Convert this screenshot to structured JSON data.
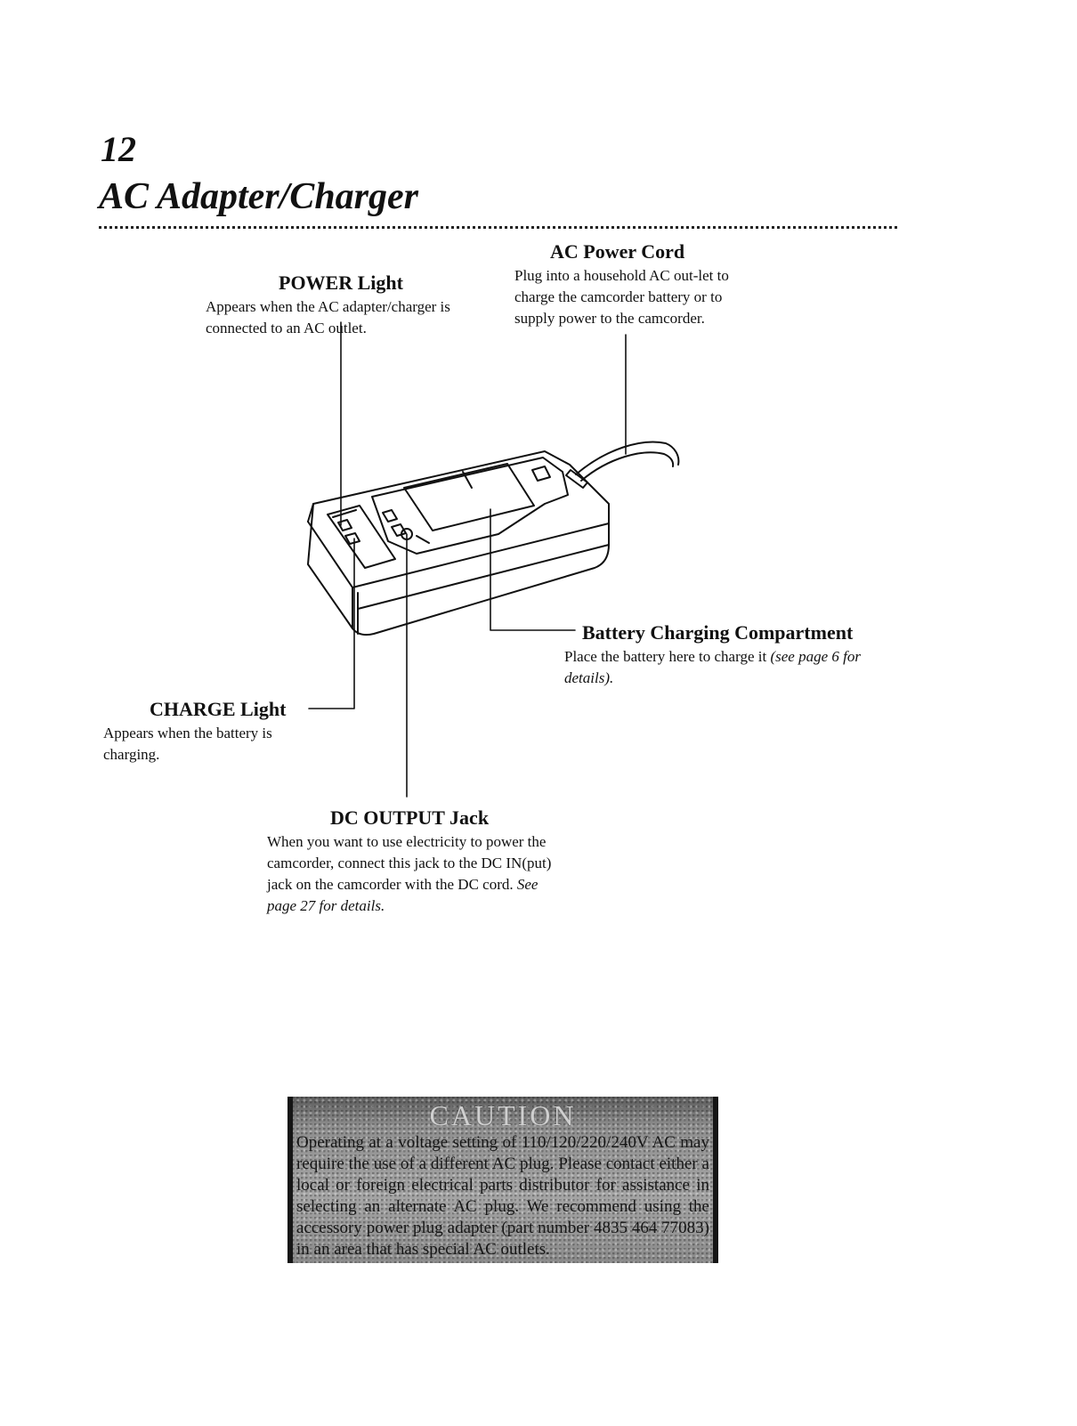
{
  "page": {
    "number": "12",
    "title": "AC Adapter/Charger"
  },
  "callouts": {
    "power_light": {
      "title": "POWER Light",
      "description": "Appears when the AC adapter/charger is connected to an AC outlet."
    },
    "ac_power_cord": {
      "title": "AC Power Cord",
      "description": "Plug into a household AC out-let to charge the camcorder battery or to supply power to the camcorder."
    },
    "battery_compartment": {
      "title": "Battery Charging Compartment",
      "description": "Place the battery here to charge it ",
      "reference": "(see page 6 for details)."
    },
    "charge_light": {
      "title": "CHARGE Light",
      "description": "Appears when the battery is charging."
    },
    "dc_output": {
      "title": "DC OUTPUT Jack",
      "description": "When you want to use electricity to power the camcorder, connect this jack to the DC IN(put) jack on the camcorder with the DC cord. ",
      "reference": "See page 27 for details."
    }
  },
  "caution": {
    "title": "CAUTION",
    "text": "Operating at a voltage setting of 110/120/220/240V AC may require the use of a different AC plug. Please contact either a local or foreign electrical parts distributor for assistance in selecting an alternate AC plug. We recommend using the accessory power plug adapter (part number 4835 464 77083) in an area that has special AC outlets."
  },
  "colors": {
    "ink": "#111111",
    "caution_background": "#9c9c9c"
  },
  "icons": {
    "diagram": "ac-adapter-charger-illustration"
  }
}
